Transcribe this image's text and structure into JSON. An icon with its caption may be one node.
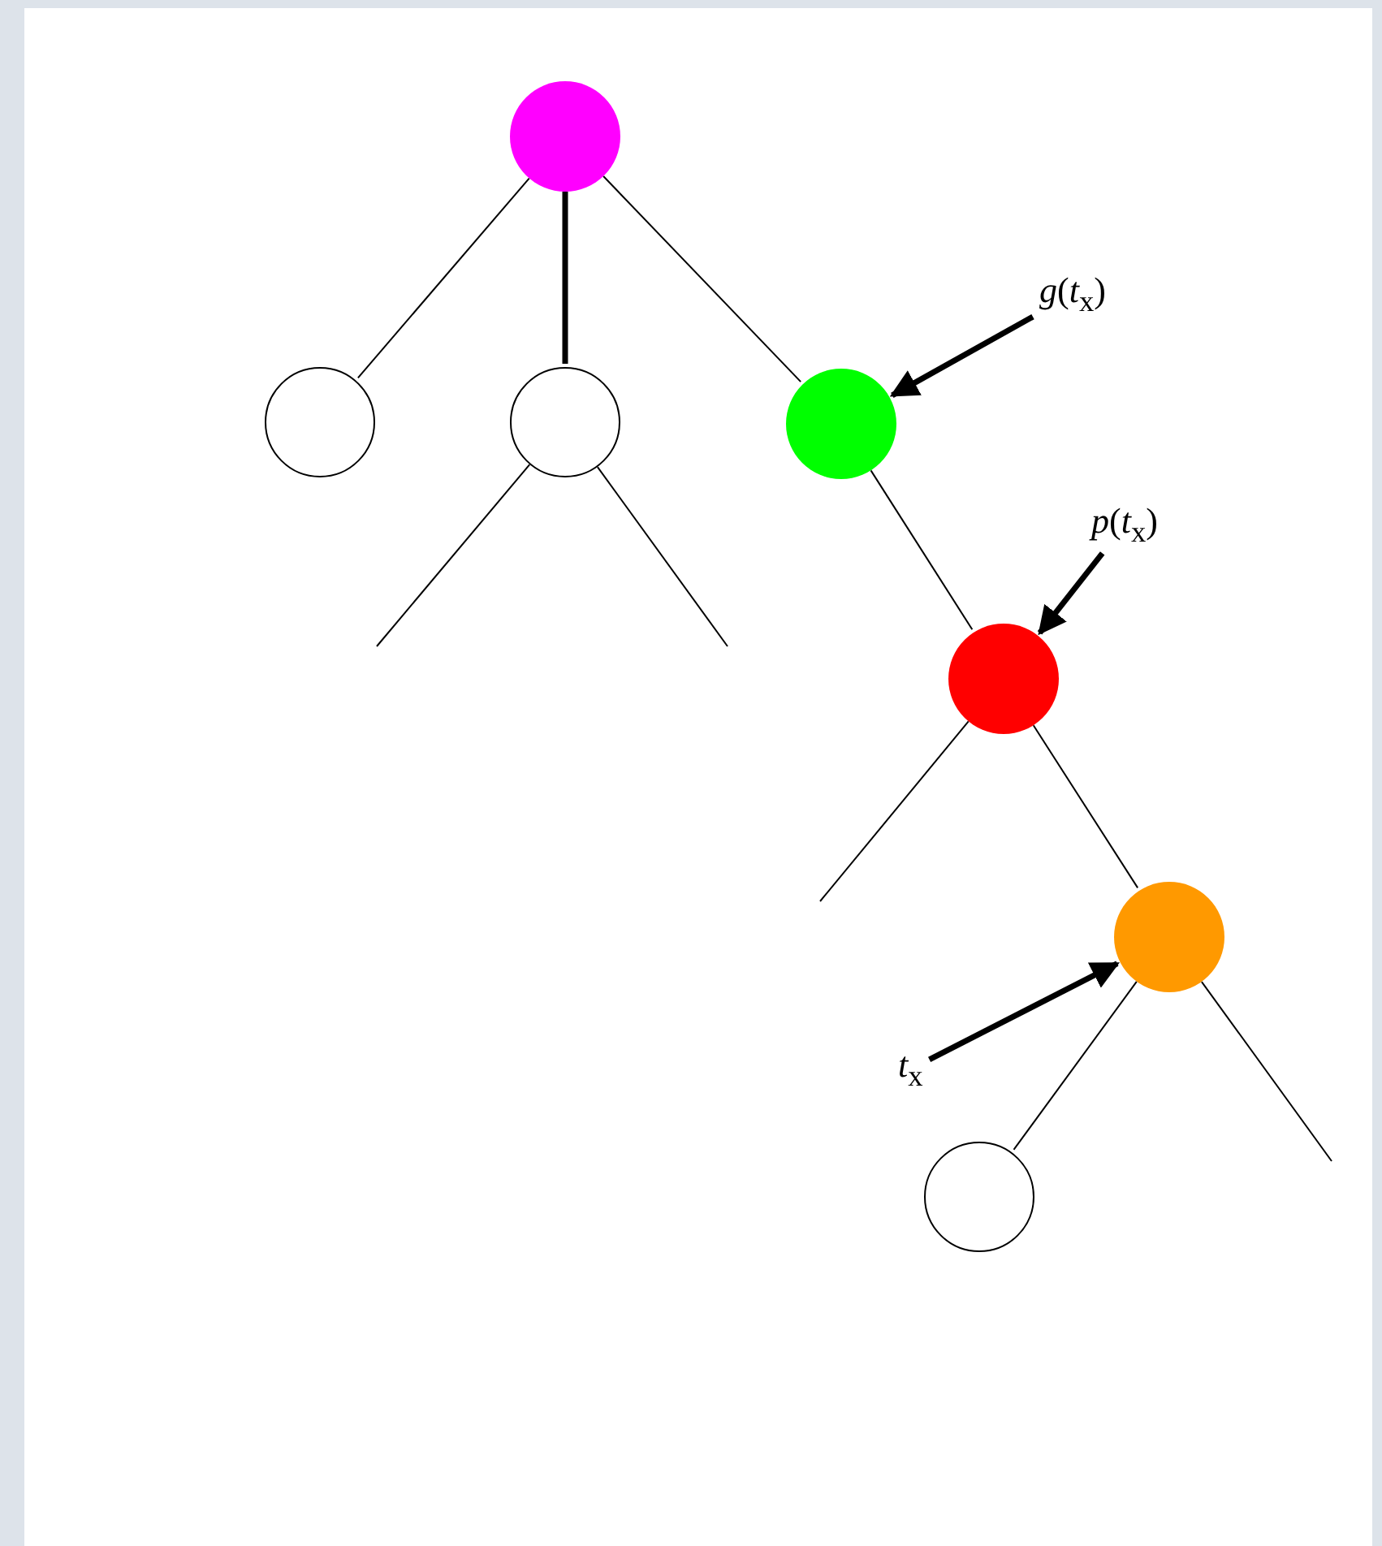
{
  "diagram": {
    "nodes": [
      {
        "text": [],
        "shape": "circle"
      },
      {
        "text": [],
        "shape": "circle"
      },
      {
        "text": [],
        "shape": "circle"
      },
      {
        "text": [],
        "shape": "circle"
      },
      {
        "text": [],
        "shape": "circle"
      },
      {
        "text": [],
        "shape": "circle"
      },
      {
        "text": [],
        "shape": "circle"
      },
      {
        "text": [
          "*g*(*t*$_{x}$)"
        ]
      },
      {
        "text": [
          "*p*(*t*$_{x}$)"
        ]
      },
      {
        "text": [
          "*t*$_{x}$"
        ]
      }
    ],
    "edges": [
      {
        "from": 0,
        "to": 1,
        "arrow": "none"
      },
      {
        "from": 0,
        "to": 2,
        "arrow": "none",
        "style": "thick"
      },
      {
        "from": 0,
        "to": 3,
        "arrow": "none"
      },
      {
        "from": 2,
        "to": null,
        "arrow": "none"
      },
      {
        "from": 2,
        "to": null,
        "arrow": "none"
      },
      {
        "from": 3,
        "to": 4,
        "arrow": "none"
      },
      {
        "from": 4,
        "to": null,
        "arrow": "none"
      },
      {
        "from": 4,
        "to": 5,
        "arrow": "none"
      },
      {
        "from": 5,
        "to": 6,
        "arrow": "none"
      },
      {
        "from": 5,
        "to": null,
        "arrow": "none"
      },
      {
        "from": 7,
        "to": 3,
        "arrow": "to",
        "style": "thick"
      },
      {
        "from": 8,
        "to": 4,
        "arrow": "to",
        "style": "thick"
      },
      {
        "from": 9,
        "to": 5,
        "arrow": "to",
        "style": "thick"
      }
    ]
  }
}
